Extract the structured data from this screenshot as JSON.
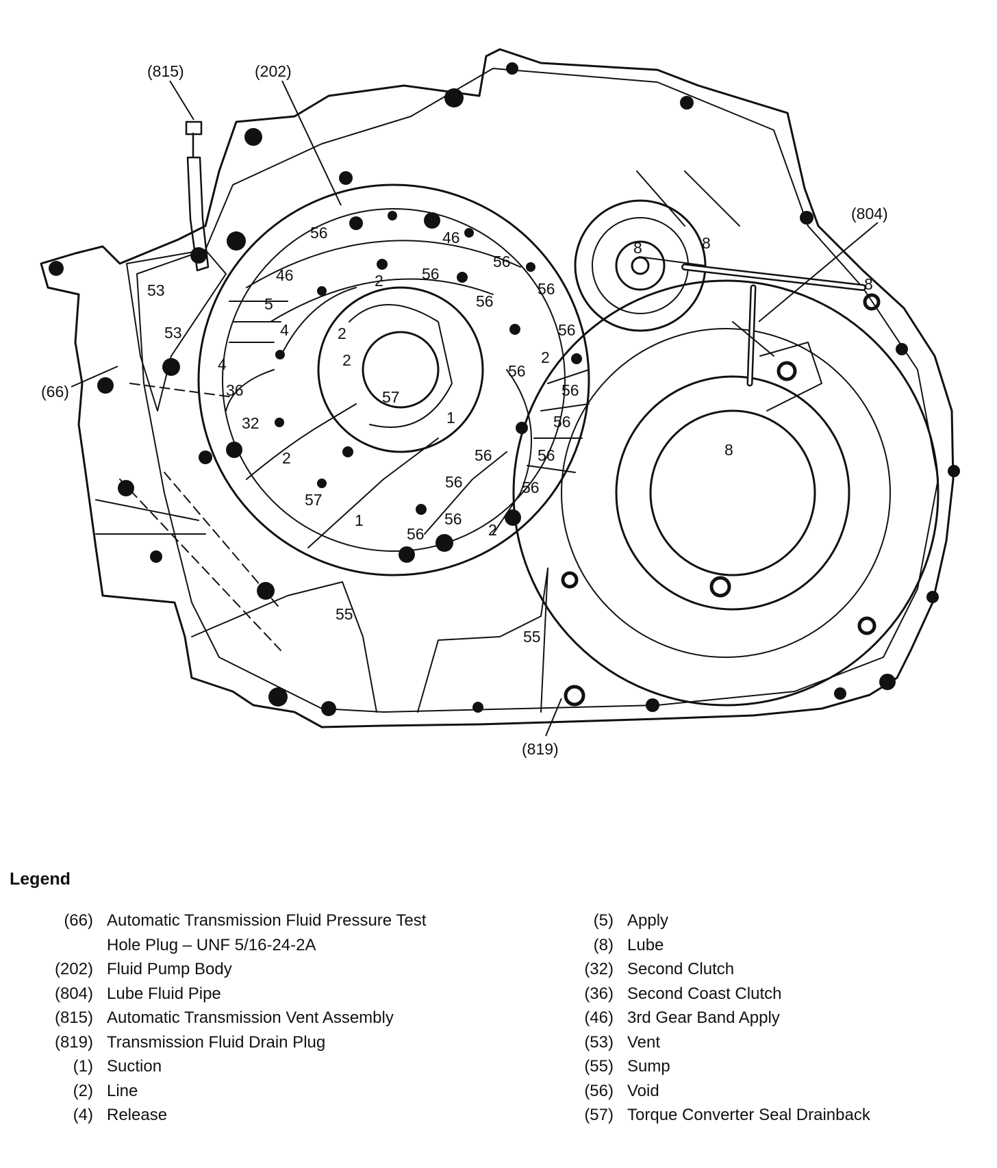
{
  "callouts": {
    "c815": "(815)",
    "c202": "(202)",
    "c804": "(804)",
    "c66": "(66)",
    "c819": "(819)"
  },
  "passages": {
    "p1": "56",
    "p2": "46",
    "p3": "46",
    "p4": "53",
    "p5": "53",
    "p6": "5",
    "p7": "4",
    "p8": "4",
    "p9": "36",
    "p10": "32",
    "p11": "2",
    "p12": "56",
    "p13": "56",
    "p14": "56",
    "p15": "56",
    "p16": "56",
    "p17": "2",
    "p18": "56",
    "p19": "2",
    "p20": "57",
    "p21": "1",
    "p22": "2",
    "p23": "56",
    "p24": "56",
    "p25": "56",
    "p26": "56",
    "p27": "56",
    "p28": "56",
    "p29": "57",
    "p30": "1",
    "p31": "56",
    "p32": "56",
    "p33": "2",
    "p34": "8",
    "p35": "8",
    "p36": "8",
    "p37": "8",
    "p38": "55",
    "p39": "55",
    "p40": "2"
  },
  "legend": {
    "heading": "Legend",
    "left": [
      {
        "code": "(66)",
        "line1": "Automatic Transmission Fluid Pressure Test",
        "line2": "Hole Plug – UNF 5/16-24-2A"
      },
      {
        "code": "(202)",
        "line1": "Fluid Pump Body"
      },
      {
        "code": "(804)",
        "line1": "Lube Fluid Pipe"
      },
      {
        "code": "(815)",
        "line1": "Automatic Transmission Vent Assembly"
      },
      {
        "code": "(819)",
        "line1": "Transmission Fluid Drain Plug"
      },
      {
        "code": "(1)",
        "line1": "Suction"
      },
      {
        "code": "(2)",
        "line1": "Line"
      },
      {
        "code": "(4)",
        "line1": "Release"
      }
    ],
    "right": [
      {
        "code": "(5)",
        "line1": "Apply"
      },
      {
        "code": "(8)",
        "line1": "Lube"
      },
      {
        "code": "(32)",
        "line1": "Second Clutch"
      },
      {
        "code": "(36)",
        "line1": "Second Coast Clutch"
      },
      {
        "code": "(46)",
        "line1": "3rd Gear Band Apply"
      },
      {
        "code": "(53)",
        "line1": "Vent"
      },
      {
        "code": "(55)",
        "line1": "Sump"
      },
      {
        "code": "(56)",
        "line1": "Void"
      },
      {
        "code": "(57)",
        "line1": "Torque Converter Seal Drainback"
      }
    ]
  }
}
